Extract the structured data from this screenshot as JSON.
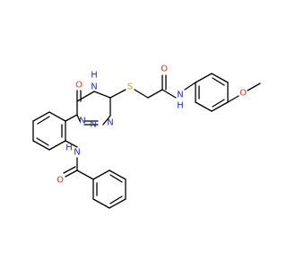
{
  "colors": {
    "carbon_bond": "#000000",
    "oxygen": "#e8341c",
    "nitrogen": "#1f2ed6",
    "sulfur": "#b8a818"
  },
  "atoms": [
    {
      "id": "o_ketone",
      "text": "O",
      "element": "oxygen"
    },
    {
      "id": "nh_ring",
      "text": "H",
      "element": "nitrogen"
    },
    {
      "id": "n_ring_4",
      "text": "N",
      "element": "nitrogen"
    },
    {
      "id": "n_ring_1",
      "text": "N",
      "element": "nitrogen"
    },
    {
      "id": "n_ring_2",
      "text": "N",
      "element": "nitrogen"
    },
    {
      "id": "n_ring_3",
      "text": "N",
      "element": "nitrogen"
    },
    {
      "id": "s_thio",
      "text": "S",
      "element": "sulfur"
    },
    {
      "id": "o_amide_top",
      "text": "O",
      "element": "oxygen"
    },
    {
      "id": "n_amide_top",
      "text": "N",
      "element": "nitrogen"
    },
    {
      "id": "h_amide_top",
      "text": "H",
      "element": "nitrogen"
    },
    {
      "id": "o_methoxy",
      "text": "O",
      "element": "oxygen"
    },
    {
      "id": "n_amide_bottom",
      "text": "N",
      "element": "nitrogen"
    },
    {
      "id": "h_amide_bottom",
      "text": "H",
      "element": "nitrogen"
    },
    {
      "id": "o_amide_bottom",
      "text": "O",
      "element": "oxygen"
    }
  ]
}
